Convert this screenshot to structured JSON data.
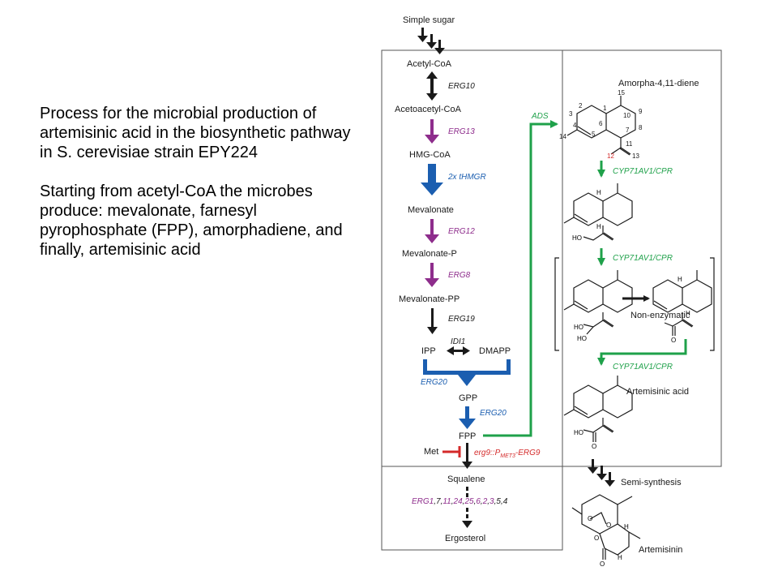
{
  "caption": {
    "paragraph1": "Process for the microbial production of artemisinic acid in the biosynthetic pathway in S. cerevisiae strain EPY224",
    "paragraph2": "Starting from acetyl-CoA the microbes produce: mevalonate, farnesyl pyrophosphate (FPP), amorphadiene, and finally, artemisinic acid"
  },
  "colors": {
    "black": "#1a1a1a",
    "purple": "#8e2d8c",
    "blue": "#1b5eb0",
    "green": "#1fa14a",
    "red": "#d42a2a"
  },
  "pathway": {
    "simple_sugar": "Simple sugar",
    "acetyl_coa": "Acetyl-CoA",
    "erg10": "ERG10",
    "acetoacetyl_coa": "Acetoacetyl-CoA",
    "erg13": "ERG13",
    "hmg_coa": "HMG-CoA",
    "thmgr": "2x tHMGR",
    "mevalonate": "Mevalonate",
    "erg12": "ERG12",
    "mevalonate_p": "Mevalonate-P",
    "erg8": "ERG8",
    "mevalonate_pp": "Mevalonate-PP",
    "erg19": "ERG19",
    "idi1": "IDI1",
    "ipp": "IPP",
    "dmapp": "DMAPP",
    "erg20_a": "ERG20",
    "gpp": "GPP",
    "erg20_b": "ERG20",
    "fpp": "FPP",
    "met": "Met",
    "erg9_prefix": "erg9::P",
    "erg9_sub": "MET3",
    "erg9_suffix": "-ERG9",
    "squalene": "Squalene",
    "erg_list": [
      {
        "t": "ERG1",
        "c": "purple"
      },
      {
        "t": ",",
        "c": "black"
      },
      {
        "t": "7",
        "c": "black"
      },
      {
        "t": ",",
        "c": "black"
      },
      {
        "t": "11",
        "c": "purple"
      },
      {
        "t": ",",
        "c": "black"
      },
      {
        "t": "24",
        "c": "purple"
      },
      {
        "t": ",",
        "c": "black"
      },
      {
        "t": "25",
        "c": "purple"
      },
      {
        "t": ",",
        "c": "black"
      },
      {
        "t": "6",
        "c": "purple"
      },
      {
        "t": ",",
        "c": "black"
      },
      {
        "t": "2",
        "c": "purple"
      },
      {
        "t": ",",
        "c": "black"
      },
      {
        "t": "3",
        "c": "purple"
      },
      {
        "t": ",",
        "c": "black"
      },
      {
        "t": "5",
        "c": "black"
      },
      {
        "t": ",",
        "c": "black"
      },
      {
        "t": "4",
        "c": "black"
      }
    ],
    "ergosterol": "Ergosterol",
    "ads": "ADS",
    "amorphadiene": "Amorpha-4,11-diene",
    "cyp_1": "CYP71AV1/CPR",
    "cyp_2": "CYP71AV1/CPR",
    "cyp_3": "CYP71AV1/CPR",
    "non_enzymatic": "Non-enzymatic",
    "artemisinic_acid": "Artemisinic acid",
    "semi_synthesis": "Semi-synthesis",
    "artemisinin": "Artemisinin"
  },
  "chemistry": {
    "amorphadiene_numbers": [
      "15",
      "1",
      "2",
      "3",
      "10",
      "9",
      "4",
      "5",
      "6",
      "7",
      "8",
      "14",
      "11",
      "12",
      "13"
    ],
    "h_atom": "H",
    "oh_label": "HO",
    "o_label": "O"
  }
}
